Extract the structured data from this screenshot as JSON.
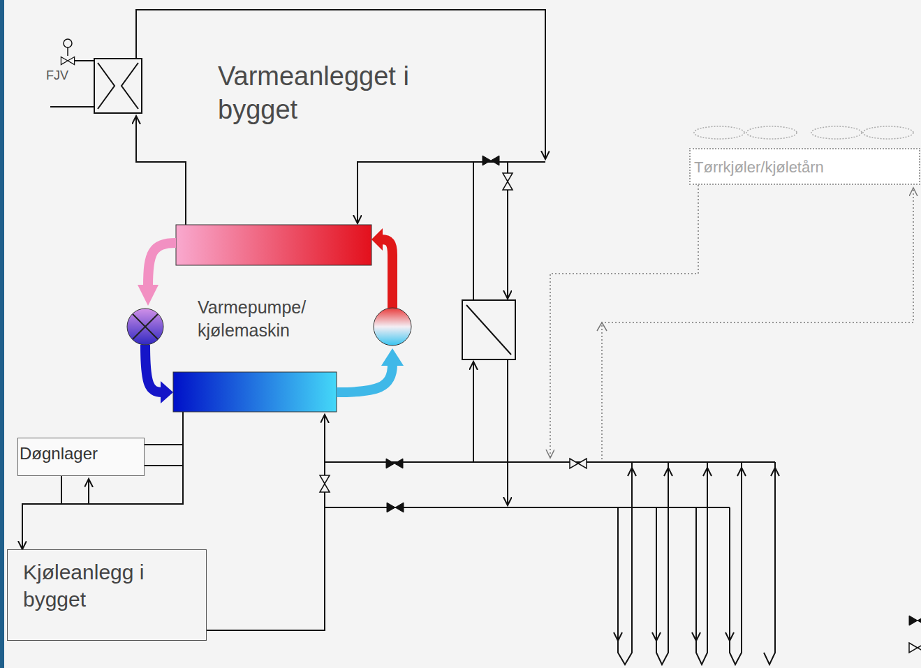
{
  "diagram": {
    "nodes": [
      {
        "text": [
          "Tørrkjøler/kjøletårn"
        ]
      },
      {
        "text": [
          "Døgnlager"
        ]
      },
      {
        "text": [
          "Kjøleanlegg i bygget"
        ]
      }
    ],
    "edges": [
      {
        "from": 1,
        "to": 2,
        "arrow": "to"
      }
    ],
    "labels": [
      "Varmeanlegget i bygget",
      "FJV",
      "Varmepumpe/ kjølemaskin"
    ]
  }
}
